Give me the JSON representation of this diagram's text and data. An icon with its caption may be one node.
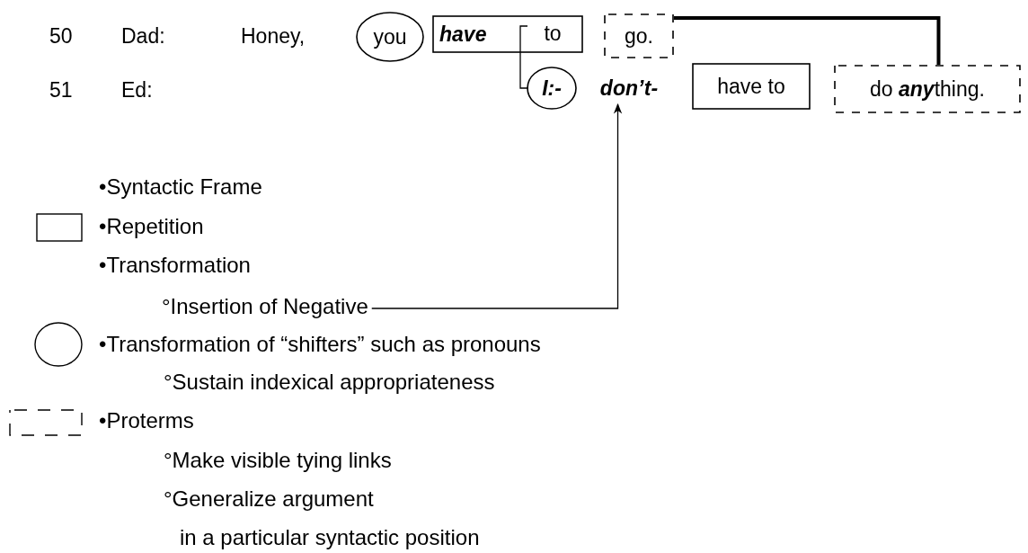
{
  "diagram": {
    "nodes": [
      {
        "text": [
          "you"
        ]
      },
      {
        "text": [
          "have"
        ]
      },
      {
        "text": [
          "to"
        ],
        "in": 1
      },
      {
        "text": [
          "go."
        ]
      },
      {
        "text": [
          "I:-"
        ]
      },
      {
        "text": [
          "don’t-"
        ]
      },
      {
        "text": [
          "have to"
        ]
      },
      {
        "text": [
          "do **any**thing."
        ]
      },
      {
        "text": [
          "°Insertion of Negative"
        ]
      }
    ],
    "edges": [
      {
        "from": 2,
        "to": 4,
        "arrow": "none"
      },
      {
        "from": 3,
        "to": 7,
        "arrow": "none",
        "style": "thick"
      },
      {
        "from": 8,
        "to": 5,
        "arrow": "to"
      }
    ],
    "labels": [
      "50",
      "Dad:",
      "Honey,",
      "51",
      "Ed:",
      "•Syntactic Frame",
      "•Transformation",
      "°Sustain indexical appropriateness",
      "°Make visible tying links",
      "°Generalize argument",
      "in a particular syntactic position"
    ],
    "legend": [
      {
        "text": "•Repetition"
      },
      {
        "text": "•Transformation of “shifters” such as pronouns"
      },
      {
        "text": "•Proterms"
      }
    ]
  }
}
